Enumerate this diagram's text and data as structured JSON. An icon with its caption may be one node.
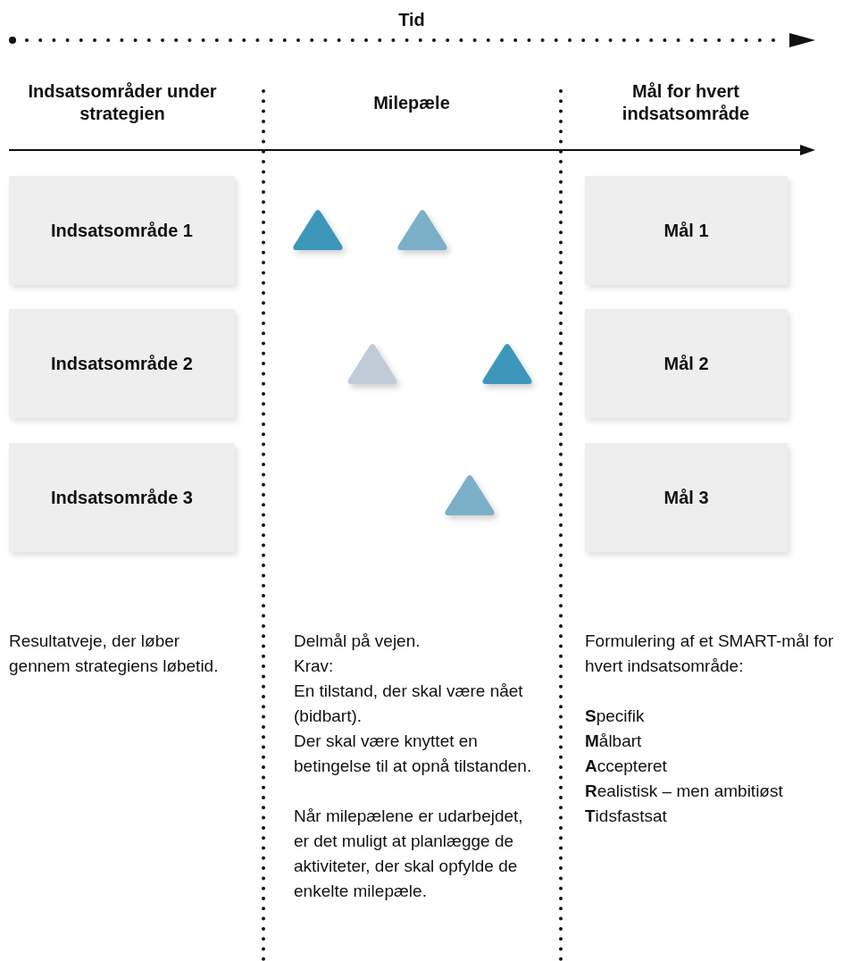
{
  "diagram": {
    "nodes": [
      {
        "text": [
          "Indsatsområde 1"
        ]
      },
      {
        "text": [
          "Indsatsområde 2"
        ]
      },
      {
        "text": [
          "Indsatsområde 3"
        ]
      },
      {
        "text": [
          "Mål 1"
        ]
      },
      {
        "text": [
          "Mål 2"
        ]
      },
      {
        "text": [
          "Mål 3"
        ]
      }
    ],
    "labels": [
      "Tid",
      "Indsatsområder under strategien",
      "Milepæle",
      "Mål for hvert indsatsområde",
      "Resultatveje, der løber gennem strategiens løbetid.",
      "Delmål på vejen.",
      "Krav:",
      "En tilstand, der skal være nået (bidbart).",
      "Der skal være knyttet en betingelse til at opnå tilstanden.",
      "Når milepælene er udarbejdet, er det muligt at planlægge de aktiviteter, der skal opfylde de enkelte milepæle.",
      "Formulering af et SMART-mål for hvert indsatsområde:",
      "**S**pecifik",
      "**M**ålbart",
      "**A**ccepteret",
      "**R**ealistisk – men ambitiøst",
      "**T**idsfastsat"
    ]
  }
}
